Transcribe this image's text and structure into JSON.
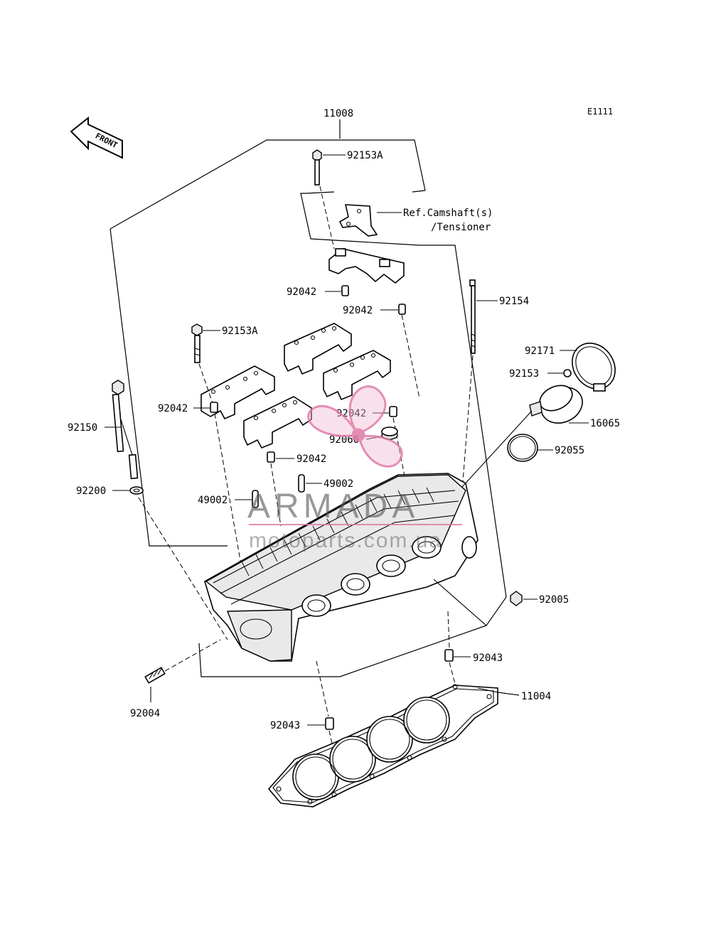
{
  "diagram": {
    "code": "E1111",
    "front_label": "FRONT",
    "labels": {
      "p11008": "11008",
      "p92153a_top": "92153A",
      "ref_line1": "Ref.Camshaft(s)",
      "ref_line2": "/Tensioner",
      "p92042_a": "92042",
      "p92042_b": "92042",
      "p92154": "92154",
      "p92153a_left": "92153A",
      "p92171": "92171",
      "p92153": "92153",
      "p92150": "92150",
      "p92042_c": "92042",
      "p92042_d": "92042",
      "p16065": "16065",
      "p92066": "92066",
      "p92042_e": "92042",
      "p92055": "92055",
      "p92200": "92200",
      "p49002_r": "49002",
      "p49002_l": "49002",
      "p92005": "92005",
      "p92043_r": "92043",
      "p11004": "11004",
      "p92004": "92004",
      "p92043_l": "92043"
    },
    "watermark": {
      "line1": "ARMADA",
      "line2": "motoparts.com.ua",
      "color": "#e07aa8"
    }
  }
}
